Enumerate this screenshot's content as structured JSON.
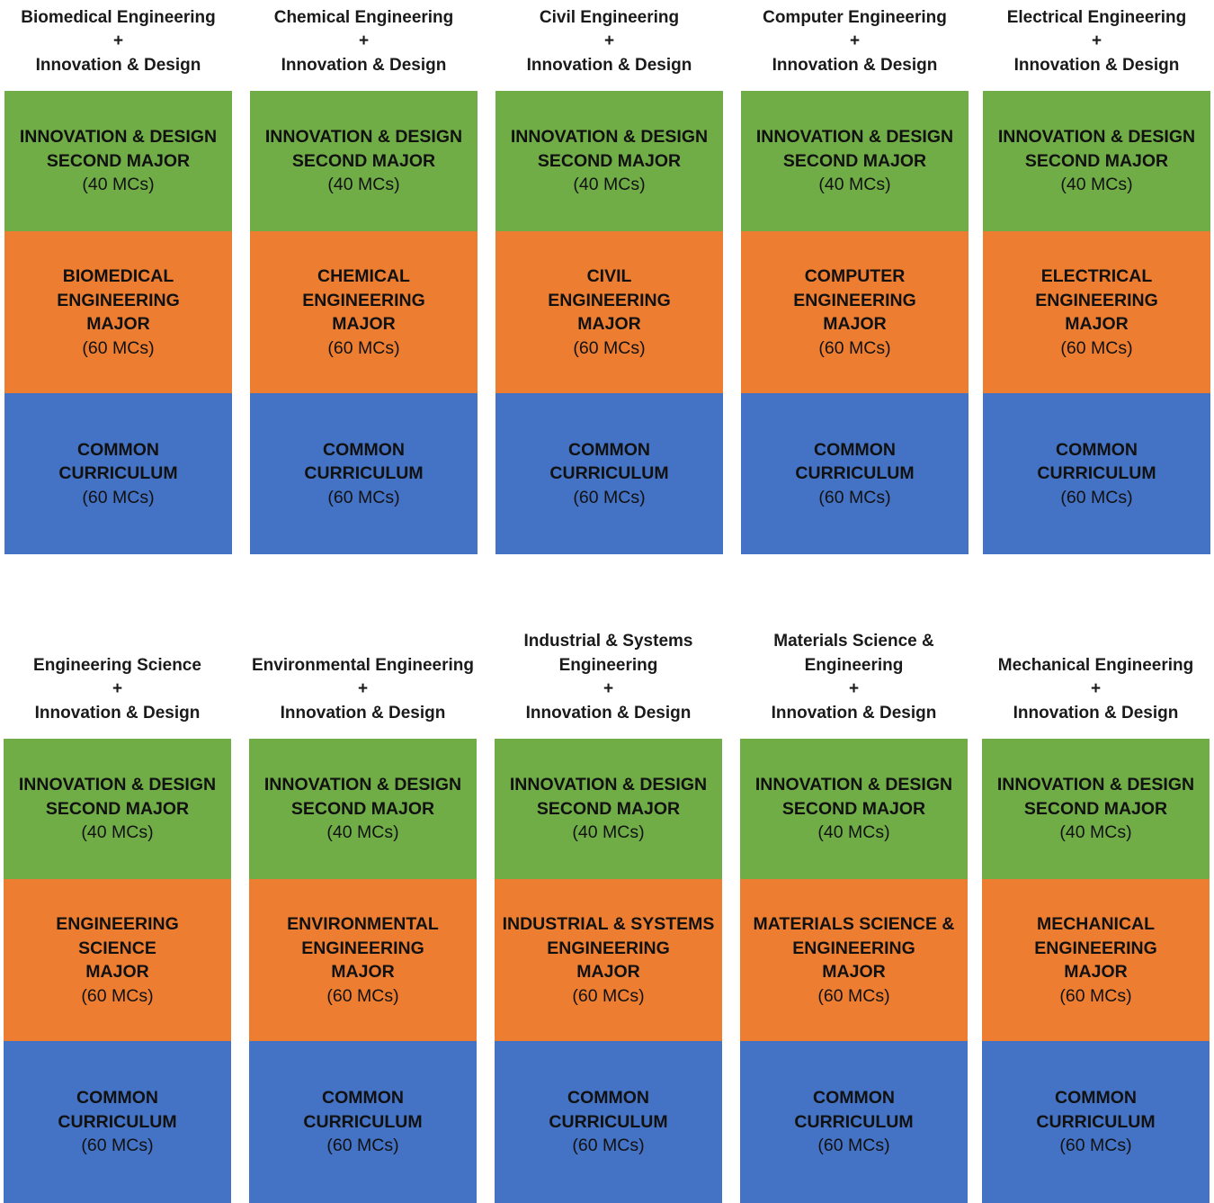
{
  "colors": {
    "second_major": "#70ad47",
    "major": "#ed7d31",
    "common": "#4472c4"
  },
  "rows": [
    {
      "columns": [
        {
          "title": [
            "Biomedical Engineering",
            "+",
            "Innovation & Design"
          ],
          "second_major": {
            "lines": [
              "INNOVATION & DESIGN",
              "SECOND MAJOR"
            ],
            "mcs": "(40 MCs)"
          },
          "major": {
            "lines": [
              "BIOMEDICAL",
              "ENGINEERING",
              "MAJOR"
            ],
            "mcs": "(60 MCs)"
          },
          "common": {
            "lines": [
              "COMMON",
              "CURRICULUM"
            ],
            "mcs": "(60 MCs)"
          }
        },
        {
          "title": [
            "Chemical Engineering",
            "+",
            "Innovation & Design"
          ],
          "second_major": {
            "lines": [
              "INNOVATION & DESIGN",
              "SECOND MAJOR"
            ],
            "mcs": "(40 MCs)"
          },
          "major": {
            "lines": [
              "CHEMICAL",
              "ENGINEERING",
              "MAJOR"
            ],
            "mcs": "(60 MCs)"
          },
          "common": {
            "lines": [
              "COMMON",
              "CURRICULUM"
            ],
            "mcs": "(60 MCs)"
          }
        },
        {
          "title": [
            "Civil Engineering",
            "+",
            "Innovation & Design"
          ],
          "second_major": {
            "lines": [
              "INNOVATION & DESIGN",
              "SECOND MAJOR"
            ],
            "mcs": "(40 MCs)"
          },
          "major": {
            "lines": [
              "CIVIL",
              "ENGINEERING",
              "MAJOR"
            ],
            "mcs": "(60 MCs)"
          },
          "common": {
            "lines": [
              "COMMON",
              "CURRICULUM"
            ],
            "mcs": "(60 MCs)"
          }
        },
        {
          "title": [
            "Computer Engineering",
            "+",
            "Innovation & Design"
          ],
          "second_major": {
            "lines": [
              "INNOVATION & DESIGN",
              "SECOND MAJOR"
            ],
            "mcs": "(40 MCs)"
          },
          "major": {
            "lines": [
              "COMPUTER",
              "ENGINEERING",
              "MAJOR"
            ],
            "mcs": "(60 MCs)"
          },
          "common": {
            "lines": [
              "COMMON",
              "CURRICULUM"
            ],
            "mcs": "(60 MCs)"
          }
        },
        {
          "title": [
            "Electrical Engineering",
            "+",
            "Innovation & Design"
          ],
          "second_major": {
            "lines": [
              "INNOVATION & DESIGN",
              "SECOND MAJOR"
            ],
            "mcs": "(40 MCs)"
          },
          "major": {
            "lines": [
              "ELECTRICAL",
              "ENGINEERING",
              "MAJOR"
            ],
            "mcs": "(60 MCs)"
          },
          "common": {
            "lines": [
              "COMMON",
              "CURRICULUM"
            ],
            "mcs": "(60 MCs)"
          }
        }
      ]
    },
    {
      "columns": [
        {
          "title": [
            "Engineering Science",
            "+",
            "Innovation & Design"
          ],
          "second_major": {
            "lines": [
              "INNOVATION & DESIGN",
              "SECOND MAJOR"
            ],
            "mcs": "(40 MCs)"
          },
          "major": {
            "lines": [
              "ENGINEERING",
              "SCIENCE",
              "MAJOR"
            ],
            "mcs": "(60 MCs)"
          },
          "common": {
            "lines": [
              "COMMON",
              "CURRICULUM"
            ],
            "mcs": "(60 MCs)"
          }
        },
        {
          "title": [
            "Environmental Engineering",
            "+",
            "Innovation & Design"
          ],
          "second_major": {
            "lines": [
              "INNOVATION & DESIGN",
              "SECOND MAJOR"
            ],
            "mcs": "(40 MCs)"
          },
          "major": {
            "lines": [
              "ENVIRONMENTAL",
              "ENGINEERING",
              "MAJOR"
            ],
            "mcs": "(60 MCs)"
          },
          "common": {
            "lines": [
              "COMMON",
              "CURRICULUM"
            ],
            "mcs": "(60 MCs)"
          }
        },
        {
          "title": [
            "Industrial & Systems",
            "Engineering",
            "+",
            "Innovation & Design"
          ],
          "second_major": {
            "lines": [
              "INNOVATION & DESIGN",
              "SECOND MAJOR"
            ],
            "mcs": "(40 MCs)"
          },
          "major": {
            "lines": [
              "INDUSTRIAL & SYSTEMS",
              "ENGINEERING",
              "MAJOR"
            ],
            "mcs": "(60 MCs)"
          },
          "common": {
            "lines": [
              "COMMON",
              "CURRICULUM"
            ],
            "mcs": "(60 MCs)"
          }
        },
        {
          "title": [
            "Materials Science &",
            "Engineering",
            "+",
            "Innovation & Design"
          ],
          "second_major": {
            "lines": [
              "INNOVATION & DESIGN",
              "SECOND MAJOR"
            ],
            "mcs": "(40 MCs)"
          },
          "major": {
            "lines": [
              "MATERIALS SCIENCE &",
              "ENGINEERING",
              "MAJOR"
            ],
            "mcs": "(60 MCs)"
          },
          "common": {
            "lines": [
              "COMMON",
              "CURRICULUM"
            ],
            "mcs": "(60 MCs)"
          }
        },
        {
          "title": [
            "Mechanical Engineering",
            "+",
            "Innovation & Design"
          ],
          "second_major": {
            "lines": [
              "INNOVATION & DESIGN",
              "SECOND MAJOR"
            ],
            "mcs": "(40 MCs)"
          },
          "major": {
            "lines": [
              "MECHANICAL",
              "ENGINEERING",
              "MAJOR"
            ],
            "mcs": "(60 MCs)"
          },
          "common": {
            "lines": [
              "COMMON",
              "CURRICULUM"
            ],
            "mcs": "(60 MCs)"
          }
        }
      ]
    }
  ]
}
